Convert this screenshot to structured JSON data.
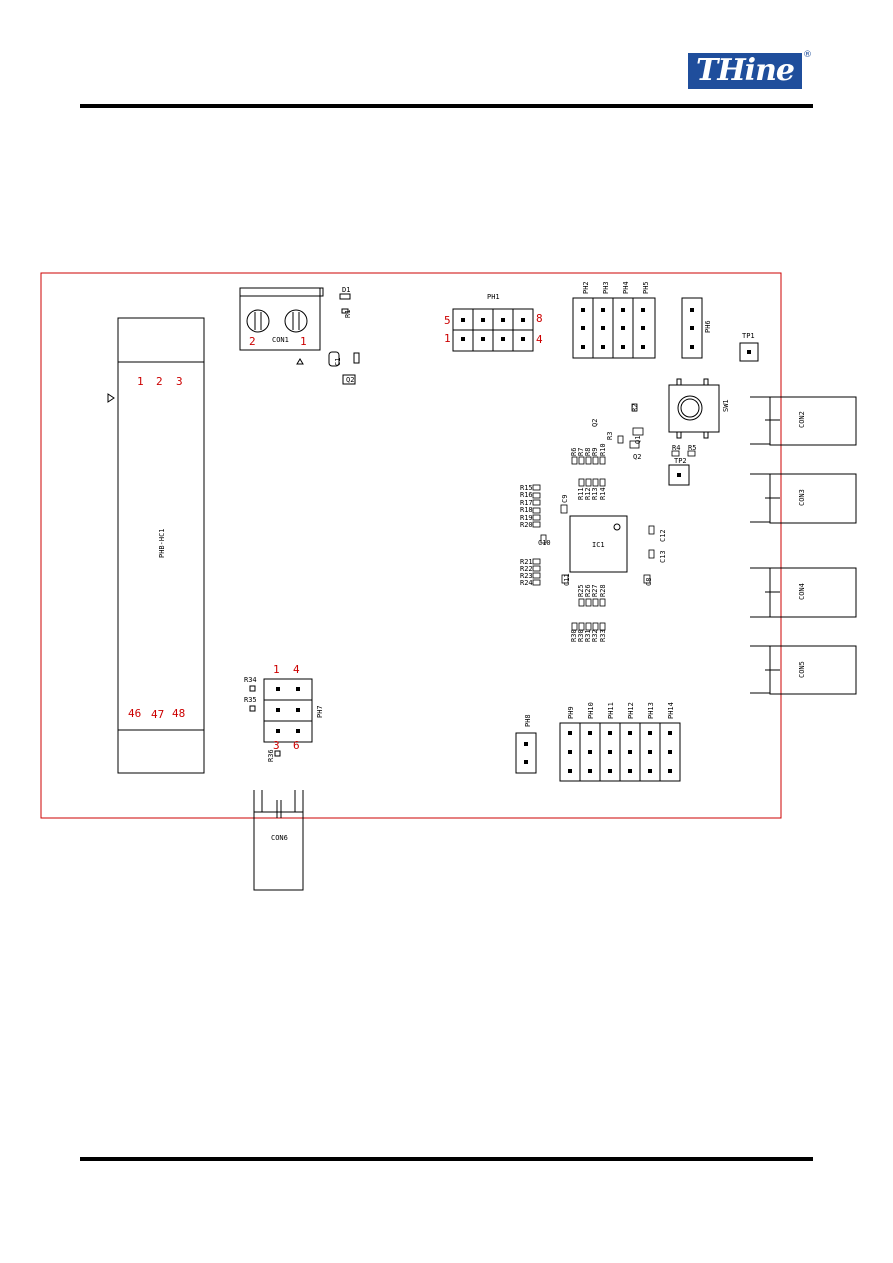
{
  "logo": {
    "text": "THine",
    "registered_mark": "®",
    "color": "#1f4e9c"
  },
  "colors": {
    "board_outline": "#cc0000",
    "pin_numbers": "#cc0000",
    "silkscreen": "#000000"
  },
  "components": {
    "d1": "D1",
    "r1": "R1",
    "con1": "CON1",
    "c1": "C1",
    "q2": "Q2",
    "ph1": "PH1",
    "ph2": "PH2",
    "ph3": "PH3",
    "ph4": "PH4",
    "ph5": "PH5",
    "ph6": "PH6",
    "tp1": "TP1",
    "tp2": "TP2",
    "sw1": "SW1",
    "con2": "CON2",
    "con3": "CON3",
    "con4": "CON4",
    "con5": "CON5",
    "con6": "CON6",
    "r2": "R2",
    "q1": "Q1",
    "r3": "R3",
    "r4": "R4",
    "r5": "R5",
    "r6": "R6",
    "r7": "R7",
    "r8": "R8",
    "r9": "R9",
    "r10": "R10",
    "r11": "R11",
    "r12": "R12",
    "r13": "R13",
    "r14": "R14",
    "r15": "R15",
    "r16": "R16",
    "r17": "R17",
    "r18": "R18",
    "r19": "R19",
    "r20": "R20",
    "c9": "C9",
    "ic1": "IC1",
    "c10": "C10",
    "c12": "C12",
    "c13": "C13",
    "r21": "R21",
    "r22": "R22",
    "r23": "R23",
    "r24": "R24",
    "c8": "C8",
    "c11": "C11",
    "r25": "R25",
    "r26": "R26",
    "r27": "R27",
    "r28": "R28",
    "r30": "R30",
    "r30b": "R30",
    "r31": "R31",
    "r32": "R32",
    "r33": "R33",
    "phb_hc1": "PHB-HC1",
    "r34": "R34",
    "r35": "R35",
    "r36": "R36",
    "ph7": "PH7",
    "ph8": "PH8",
    "ph9": "PH9",
    "ph10": "PH10",
    "ph11": "PH11",
    "ph12": "PH12",
    "ph13": "PH13",
    "ph14": "PH14"
  },
  "pin_numbers": {
    "con1_left": "2",
    "con1_right": "1",
    "ph1_top_left": "5",
    "ph1_top_right": "8",
    "ph1_bottom_left": "1",
    "ph1_bottom_right": "4",
    "phb_top": [
      "1",
      "2",
      "3"
    ],
    "phb_bottom": [
      "46",
      "47",
      "48"
    ],
    "ph7_top_left": "1",
    "ph7_top_right": "4",
    "ph7_bottom_left": "3",
    "ph7_bottom_right": "6"
  }
}
